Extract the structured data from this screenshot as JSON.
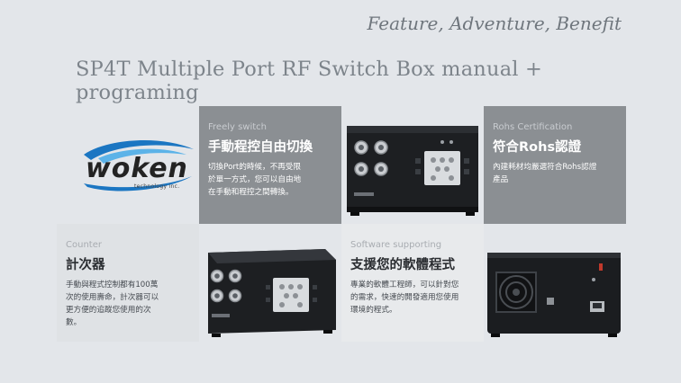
{
  "header": {
    "tagline": "Feature, Adventure, Benefit",
    "title": "SP4T Multiple Port RF Switch Box manual + programing"
  },
  "logo": {
    "brand": "woken",
    "sub": "technology inc."
  },
  "features": {
    "freely": {
      "caption": "Freely switch",
      "heading": "手動程控自由切換",
      "lines": [
        "切換Port的時候，不再受限",
        "於單一方式，您可以自由地",
        "在手動和程控之間轉換。"
      ]
    },
    "rohs": {
      "caption": "Rohs Certification",
      "heading": "符合Rohs認證",
      "lines": [
        "內建耗材均嚴選符合Rohs認證",
        "產品"
      ]
    },
    "counter": {
      "caption": "Counter",
      "heading": "計次器",
      "lines": [
        "手動與程式控制都有100萬",
        "次的使用壽命，計次器可以",
        "更方便的追蹤您使用的次",
        "數。"
      ]
    },
    "software": {
      "caption": "Software supporting",
      "heading": "支援您的軟體程式",
      "lines": [
        "專業的軟體工程師，可以針對您",
        "的需求，快速的開發適用您使用",
        "環境的程式。"
      ]
    }
  },
  "colors": {
    "dark_tile": "#8b8f93",
    "light_tile": "#e3e6ea",
    "accent_blue": "#1b76c2"
  },
  "icons": [
    "rf-switch-front-image",
    "rf-switch-angle-image",
    "rf-switch-back-image"
  ]
}
